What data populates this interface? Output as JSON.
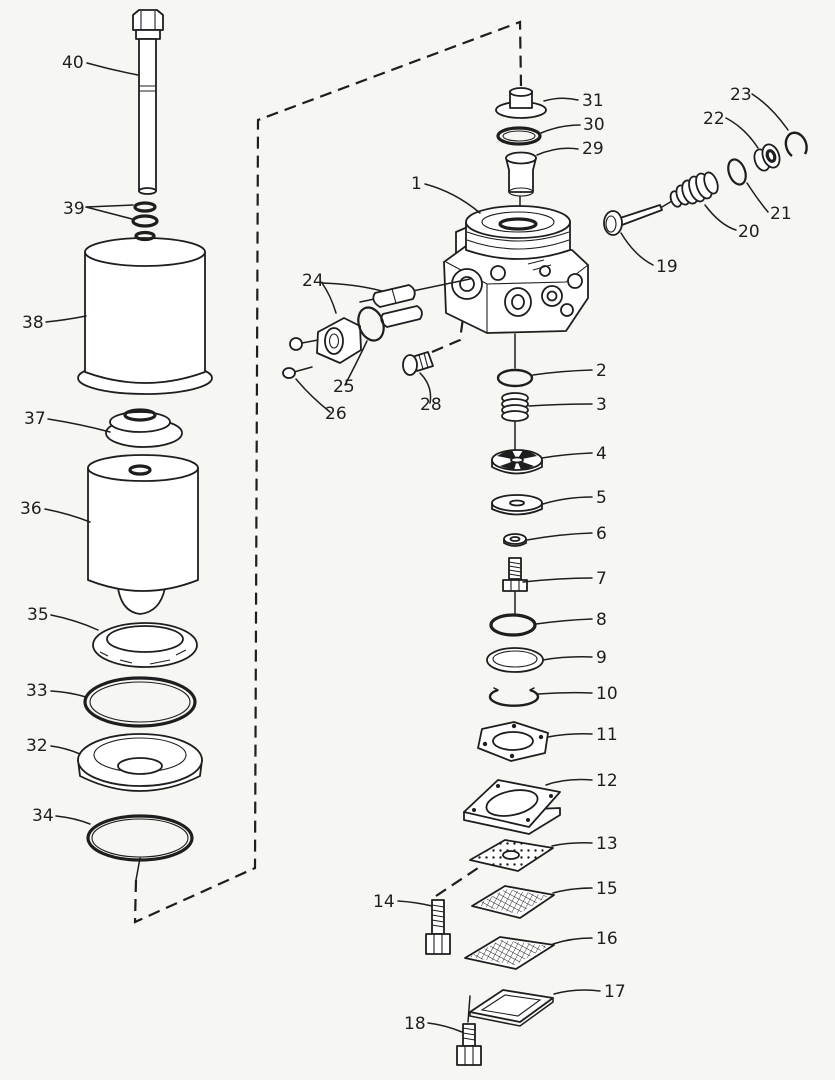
{
  "callouts": {
    "p1": "1",
    "p2": "2",
    "p3": "3",
    "p4": "4",
    "p5": "5",
    "p6": "6",
    "p7": "7",
    "p8": "8",
    "p9": "9",
    "p10": "10",
    "p11": "11",
    "p12": "12",
    "p13": "13",
    "p14": "14",
    "p15": "15",
    "p16": "16",
    "p17": "17",
    "p18": "18",
    "p19": "19",
    "p20": "20",
    "p21": "21",
    "p22": "22",
    "p23": "23",
    "p24": "24",
    "p25": "25",
    "p26": "26",
    "p28": "28",
    "p29": "29",
    "p30": "30",
    "p31": "31",
    "p32": "32",
    "p33": "33",
    "p34": "34",
    "p35": "35",
    "p36": "36",
    "p37": "37",
    "p38": "38",
    "p39": "39",
    "p40": "40"
  },
  "colors": {
    "ink": "#1e1e1e",
    "paper": "#f6f6f3"
  }
}
